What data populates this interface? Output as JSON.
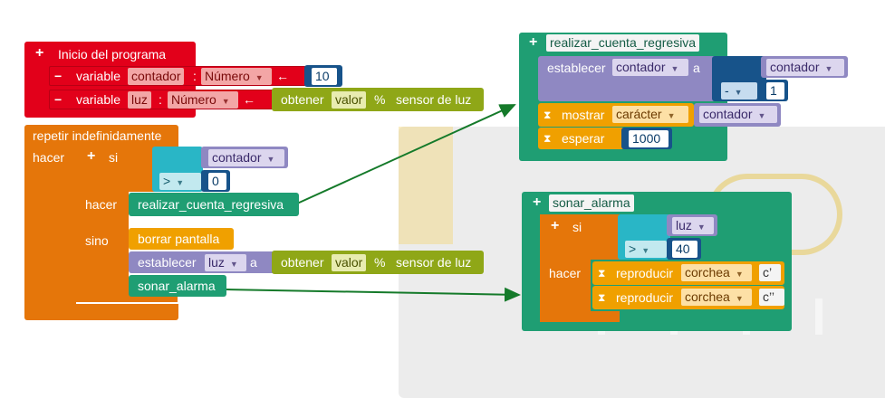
{
  "program": {
    "title": "Inicio del programa",
    "var1": {
      "kw": "variable",
      "name": "contador",
      "colon": ":",
      "type": "Número",
      "assign": "←",
      "value": "10"
    },
    "var2": {
      "kw": "variable",
      "name": "luz",
      "colon": ":",
      "type": "Número",
      "assign": "←",
      "getter": "obtener",
      "getter_field": "valor",
      "percent": "%",
      "sensor": "sensor de luz"
    }
  },
  "loop": {
    "title": "repetir indefinidamente",
    "do_label": "hacer",
    "if_label": "si",
    "var": "contador",
    "op": ">",
    "value": "0",
    "then_label": "hacer",
    "then_call": "realizar_cuenta_regresiva",
    "else_label": "sino",
    "clear": "borrar pantalla",
    "set_kw": "establecer",
    "set_var": "luz",
    "set_a": "a",
    "getter": "obtener",
    "getter_field": "valor",
    "percent": "%",
    "sensor": "sensor de luz",
    "alarm_call": "sonar_alarma"
  },
  "countdown": {
    "name": "realizar_cuenta_regresiva",
    "set_kw": "establecer",
    "set_var": "contador",
    "set_a": "a",
    "rhs_var": "contador",
    "op": "-",
    "rhs_value": "1",
    "show_kw": "mostrar",
    "show_field": "carácter",
    "show_var": "contador",
    "wait_kw": "esperar",
    "wait_value": "1000"
  },
  "alarm": {
    "name": "sonar_alarma",
    "if_label": "si",
    "var": "luz",
    "op": ">",
    "value": "40",
    "do_label": "hacer",
    "play_kw": "reproducir",
    "note1_dur": "corchea",
    "note1": "c’",
    "note2_dur": "corchea",
    "note2": "c’’"
  },
  "colors": {
    "red": "#e2001a",
    "orange": "#e5760a",
    "green": "#1f9e73",
    "purple": "#8f88c2",
    "olive": "#8fa717",
    "teal": "#29b6c6",
    "dark_blue": "#17538a",
    "amber": "#f0a000"
  }
}
